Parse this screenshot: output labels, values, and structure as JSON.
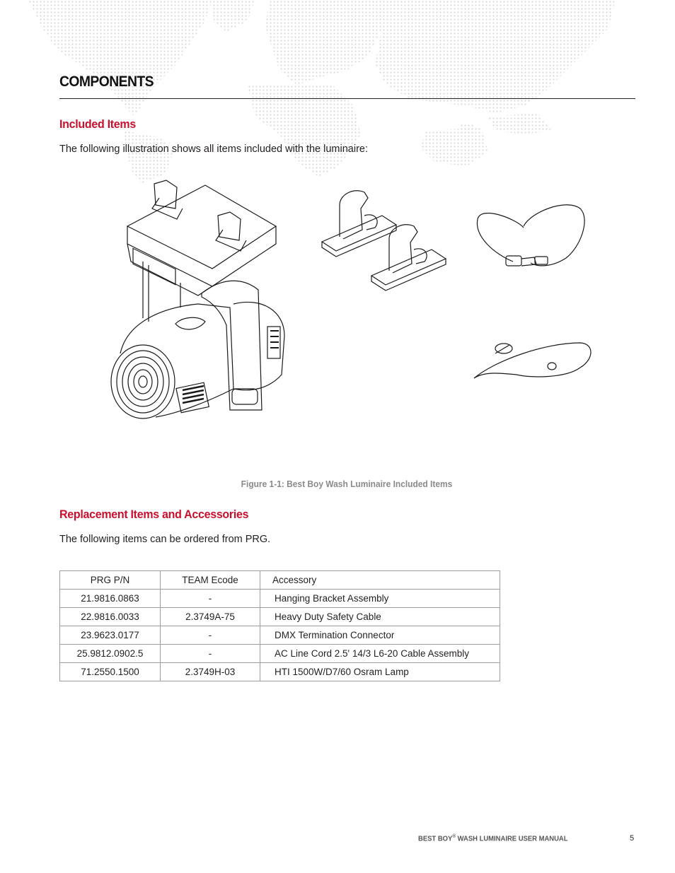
{
  "page": {
    "section_title": "COMPONENTS",
    "included": {
      "heading": "Included Items",
      "intro": "The following illustration shows all items included with the luminaire:"
    },
    "figure": {
      "caption": "Figure 1-1:  Best Boy Wash Luminaire Included Items",
      "items": [
        "luminaire",
        "hanging-brackets",
        "dmx-termination-connector",
        "safety-cable"
      ]
    },
    "replacement": {
      "heading": "Replacement Items and Accessories",
      "intro": "The following items can be ordered from PRG."
    },
    "table": {
      "headers": [
        "PRG P/N",
        "TEAM Ecode",
        "Accessory"
      ],
      "rows": [
        [
          "21.9816.0863",
          "-",
          "Hanging Bracket Assembly"
        ],
        [
          "22.9816.0033",
          "2.3749A-75",
          "Heavy Duty Safety Cable"
        ],
        [
          "23.9623.0177",
          "-",
          "DMX Termination Connector"
        ],
        [
          "25.9812.0902.5",
          "-",
          "AC Line Cord 2.5' 14/3 L6-20 Cable Assembly"
        ],
        [
          "71.2550.1500",
          "2.3749H-03",
          "HTI 1500W/D7/60 Osram Lamp"
        ]
      ]
    },
    "footer": {
      "title_prefix": "BEST BOY",
      "registered_mark": "®",
      "title_suffix": " WASH LUMINAIRE USER MANUAL",
      "page_number": "5"
    }
  },
  "colors": {
    "accent_red": "#c8102e",
    "text": "#231f20",
    "caption_gray": "#8a8a8a",
    "map_dots": "#dcdcdc",
    "table_border": "#9d9d9d"
  }
}
